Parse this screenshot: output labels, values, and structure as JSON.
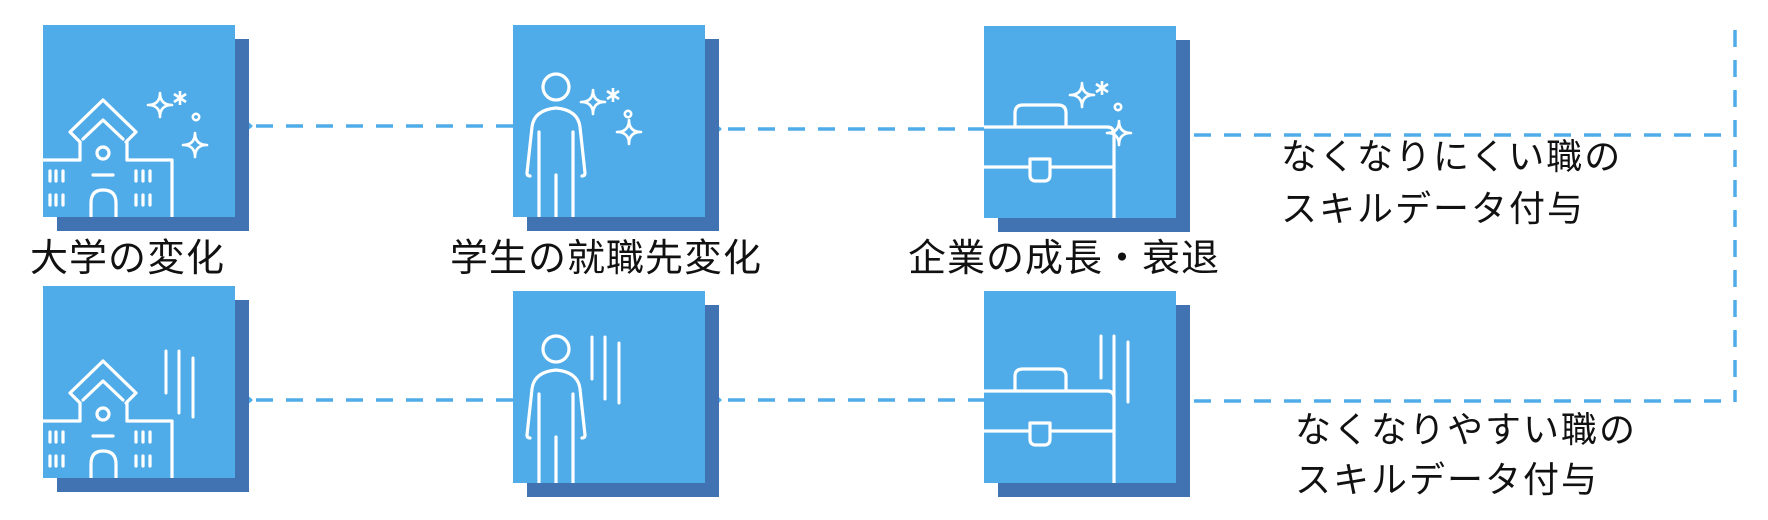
{
  "colors": {
    "card_front": "#50ACE8",
    "card_shadow": "#4173B2",
    "connector": "#50ACE8",
    "icon_stroke": "#FFFFFF",
    "text": "#111111"
  },
  "columns": [
    {
      "label": "大学の変化",
      "icon": "university-building-icon"
    },
    {
      "label": "学生の就職先変化",
      "icon": "person-icon"
    },
    {
      "label": "企業の成長・衰退",
      "icon": "briefcase-icon"
    }
  ],
  "rows": [
    {
      "state": "growth",
      "indicator_icon": "sparkle-icon",
      "note": [
        "なくなりにくい職の",
        "スキルデータ付与"
      ]
    },
    {
      "state": "decline",
      "indicator_icon": "falling-lines-icon",
      "note": [
        "なくなりやすい職の",
        "スキルデータ付与"
      ]
    }
  ]
}
